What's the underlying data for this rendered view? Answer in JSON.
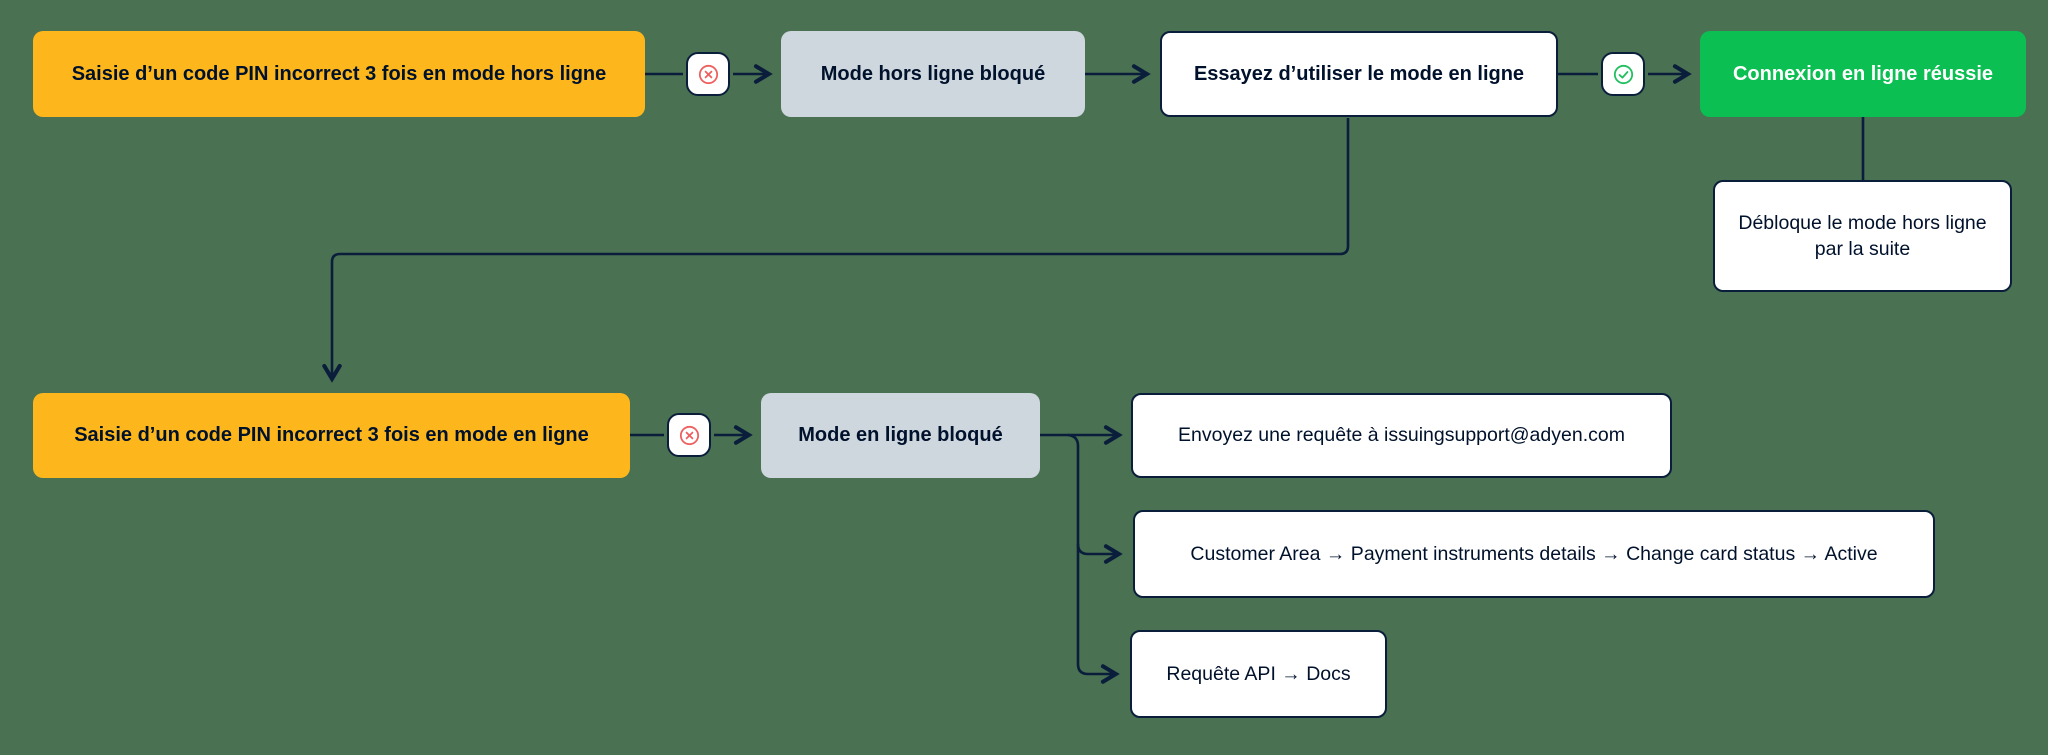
{
  "colors": {
    "background": "#497152",
    "node-yellow": "#FDB71D",
    "node-gray": "#CED6DE",
    "node-green": "#0CBF53",
    "text-dark": "#00112C",
    "line": "#0A1E3C",
    "icon-red": "#EE5F5F",
    "icon-green": "#21BF5E"
  },
  "nodes": {
    "offline_pin": {
      "label": "Saisie d’un code PIN incorrect 3 fois en mode hors ligne"
    },
    "offline_blocked": {
      "label": "Mode hors ligne bloqué"
    },
    "try_online": {
      "label": "Essayez d’utiliser le mode en ligne"
    },
    "online_success": {
      "label": "Connexion en ligne réussie"
    },
    "unblock_offline": {
      "label": "Débloque le mode hors ligne par la suite"
    },
    "online_pin": {
      "label": "Saisie d’un code PIN incorrect 3 fois en mode en ligne"
    },
    "online_blocked": {
      "label": "Mode en ligne bloqué"
    },
    "contact_support": {
      "label": "Envoyez une requête à issuingsupport@adyen.com"
    },
    "customer_area_path": {
      "label": "Customer Area → Payment instruments details → Change card status → Active"
    },
    "api_request": {
      "label": "Requête API → Docs"
    }
  },
  "icons": {
    "fail": "circle-x-icon",
    "success": "circle-check-icon"
  }
}
